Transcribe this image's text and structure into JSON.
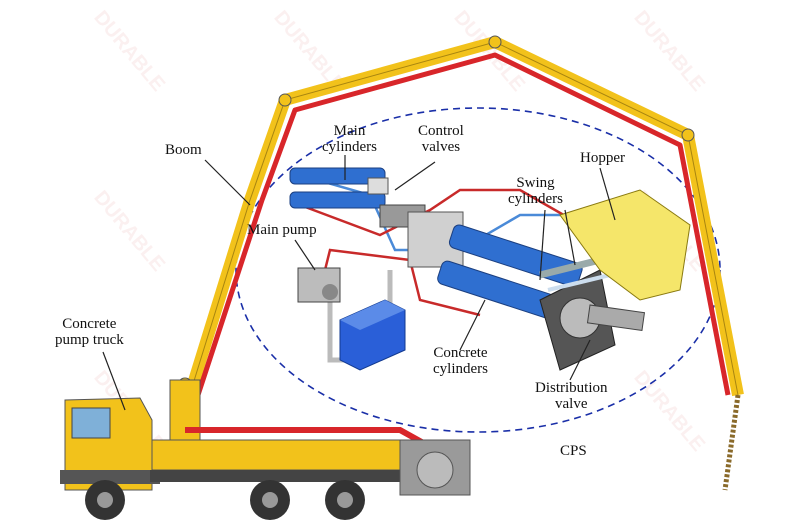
{
  "watermark": "DURABLE",
  "labels": {
    "boom": "Boom",
    "main_cylinders": [
      "Main",
      "cylinders"
    ],
    "control_valves": [
      "Control",
      "valves"
    ],
    "hopper": "Hopper",
    "swing_cylinders": [
      "Swing",
      "cylinders"
    ],
    "main_pump": "Main pump",
    "concrete_pump_truck": [
      "Concrete",
      "pump truck"
    ],
    "concrete_cylinders": [
      "Concrete",
      "cylinders"
    ],
    "distribution_valve": [
      "Distribution",
      "valve"
    ],
    "cps": "CPS"
  },
  "colors": {
    "boom_yellow": "#f2c21b",
    "pipe_red": "#d8262a",
    "ellipse_blue": "#1a2fa8",
    "cylinder_blue": "#2f6fd0",
    "tank_blue": "#2a5fd8"
  }
}
